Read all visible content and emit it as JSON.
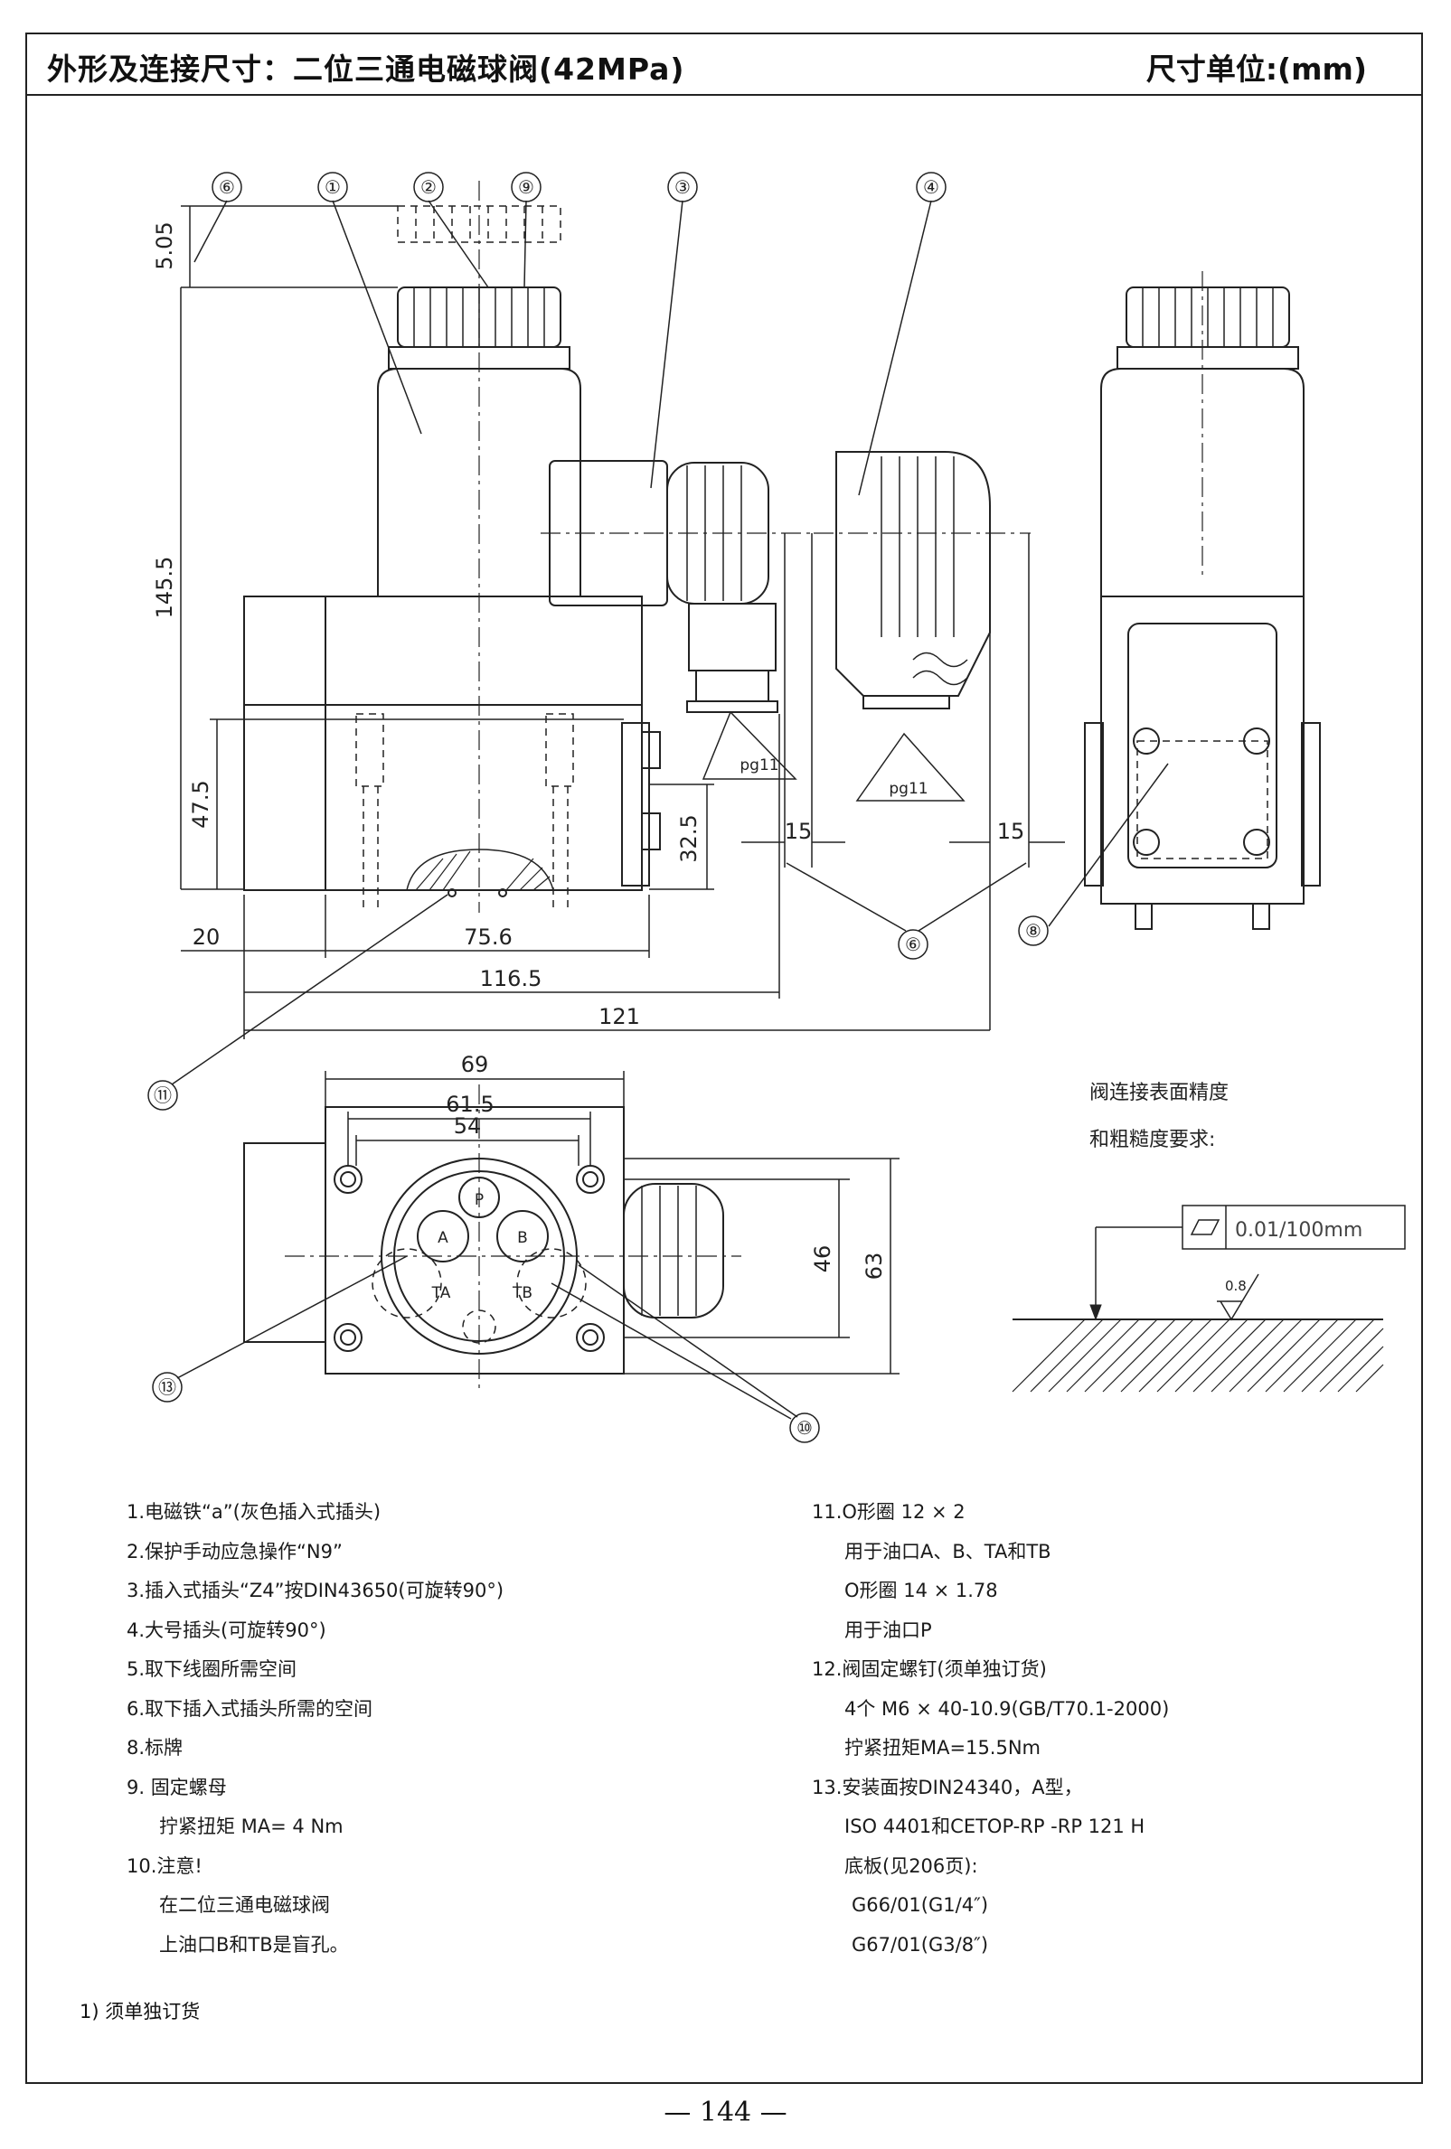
{
  "header": {
    "title": "外形及连接尺寸：二位三通电磁球阀(42MPa)",
    "unit": "尺寸单位:(mm)"
  },
  "drawing": {
    "balloons": [
      "⑥",
      "①",
      "②",
      "⑨",
      "③",
      "④",
      "⑥",
      "⑧",
      "⑪",
      "⑬",
      "⑩"
    ],
    "dims": {
      "d505": "5.05",
      "d1455": "145.5",
      "d475": "47.5",
      "d325": "32.5",
      "d15a": "15",
      "d15b": "15",
      "d20": "20",
      "d756": "75.6",
      "d1165": "116.5",
      "d121": "121",
      "d69": "69",
      "d615": "61.5",
      "d54": "54",
      "d46": "46",
      "d63": "63"
    },
    "pg11_a": "pg11",
    "pg11_b": "pg11",
    "ports": {
      "p": "P",
      "a": "A",
      "b": "B",
      "ta": "TA",
      "tb": "TB"
    },
    "surface_note_1": "阀连接表面精度",
    "surface_note_2": "和粗糙度要求:",
    "flatness": "0.01/100mm",
    "roughness": "0.8"
  },
  "notes_left": [
    "1.电磁铁“a”(灰色插入式插头)",
    "2.保护手动应急操作“N9”",
    "3.插入式插头“Z4”按DIN43650(可旋转90°)",
    "4.大号插头(可旋转90°)",
    "5.取下线圈所需空间",
    "6.取下插入式插头所需的空间",
    "8.标牌",
    "9. 固定螺母",
    "拧紧扭矩 MA= 4 Nm",
    "10.注意!",
    "在二位三通电磁球阀",
    "上油口B和TB是盲孔。"
  ],
  "notes_right": [
    "11.O形圈 12 × 2",
    "用于油口A、B、TA和TB",
    "O形圈 14 × 1.78",
    "用于油口P",
    "12.阀固定螺钉(须单独订货)",
    "4个 M6 × 40-10.9(GB/T70.1-2000)",
    "拧紧扭矩MA=15.5Nm",
    "13.安装面按DIN24340，A型，",
    "ISO 4401和CETOP-RP -RP 121 H",
    "底板(见206页):",
    "G66/01(G1/4″)",
    "G67/01(G3/8″)"
  ],
  "footnote": "1) 须单独订货",
  "page_number": "— 144 —"
}
